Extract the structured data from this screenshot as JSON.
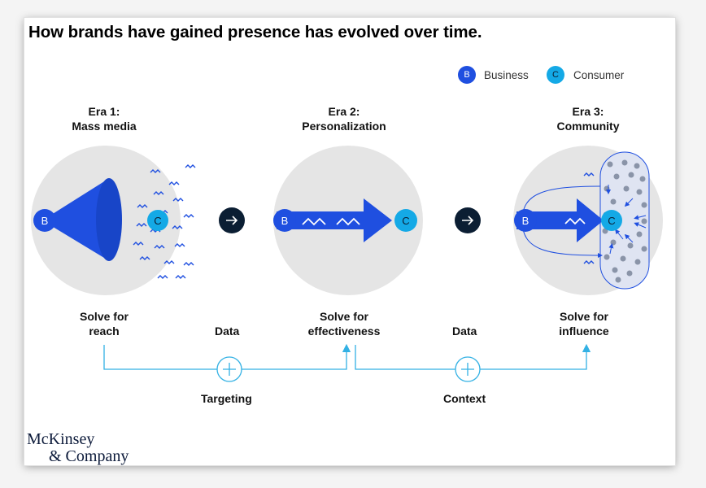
{
  "title": "How brands have gained presence has evolved over time.",
  "legend": {
    "business": {
      "badge": "B",
      "label": "Business"
    },
    "consumer": {
      "badge": "C",
      "label": "Consumer"
    }
  },
  "eras": [
    {
      "name": "Era 1:",
      "subtitle": "Mass media",
      "solve_line1": "Solve for",
      "solve_line2": "reach"
    },
    {
      "name": "Era 2:",
      "subtitle": "Personalization",
      "solve_line1": "Solve for",
      "solve_line2": "effectiveness"
    },
    {
      "name": "Era 3:",
      "subtitle": "Community",
      "solve_line1": "Solve for",
      "solve_line2": "influence"
    }
  ],
  "transitions": [
    {
      "data_label": "Data",
      "mechanism": "Targeting"
    },
    {
      "data_label": "Data",
      "mechanism": "Context"
    }
  ],
  "badges": {
    "business": "B",
    "consumer": "C"
  },
  "logo": {
    "line1": "McKinsey",
    "line2": "& Company"
  },
  "colors": {
    "business_blue": "#1f4fe0",
    "consumer_cyan": "#14a9e6",
    "circle_gray": "#e5e5e5",
    "connector": "#33b1e4",
    "arrow_dark": "#0b1e33",
    "dot_gray": "#8a94a8"
  },
  "icons": {
    "transition_arrow": "arrow-right-icon",
    "connector_plus": "plus-icon",
    "era1": "megaphone-icon",
    "era2": "large-arrow-icon",
    "era3": "community-pill-icon"
  }
}
